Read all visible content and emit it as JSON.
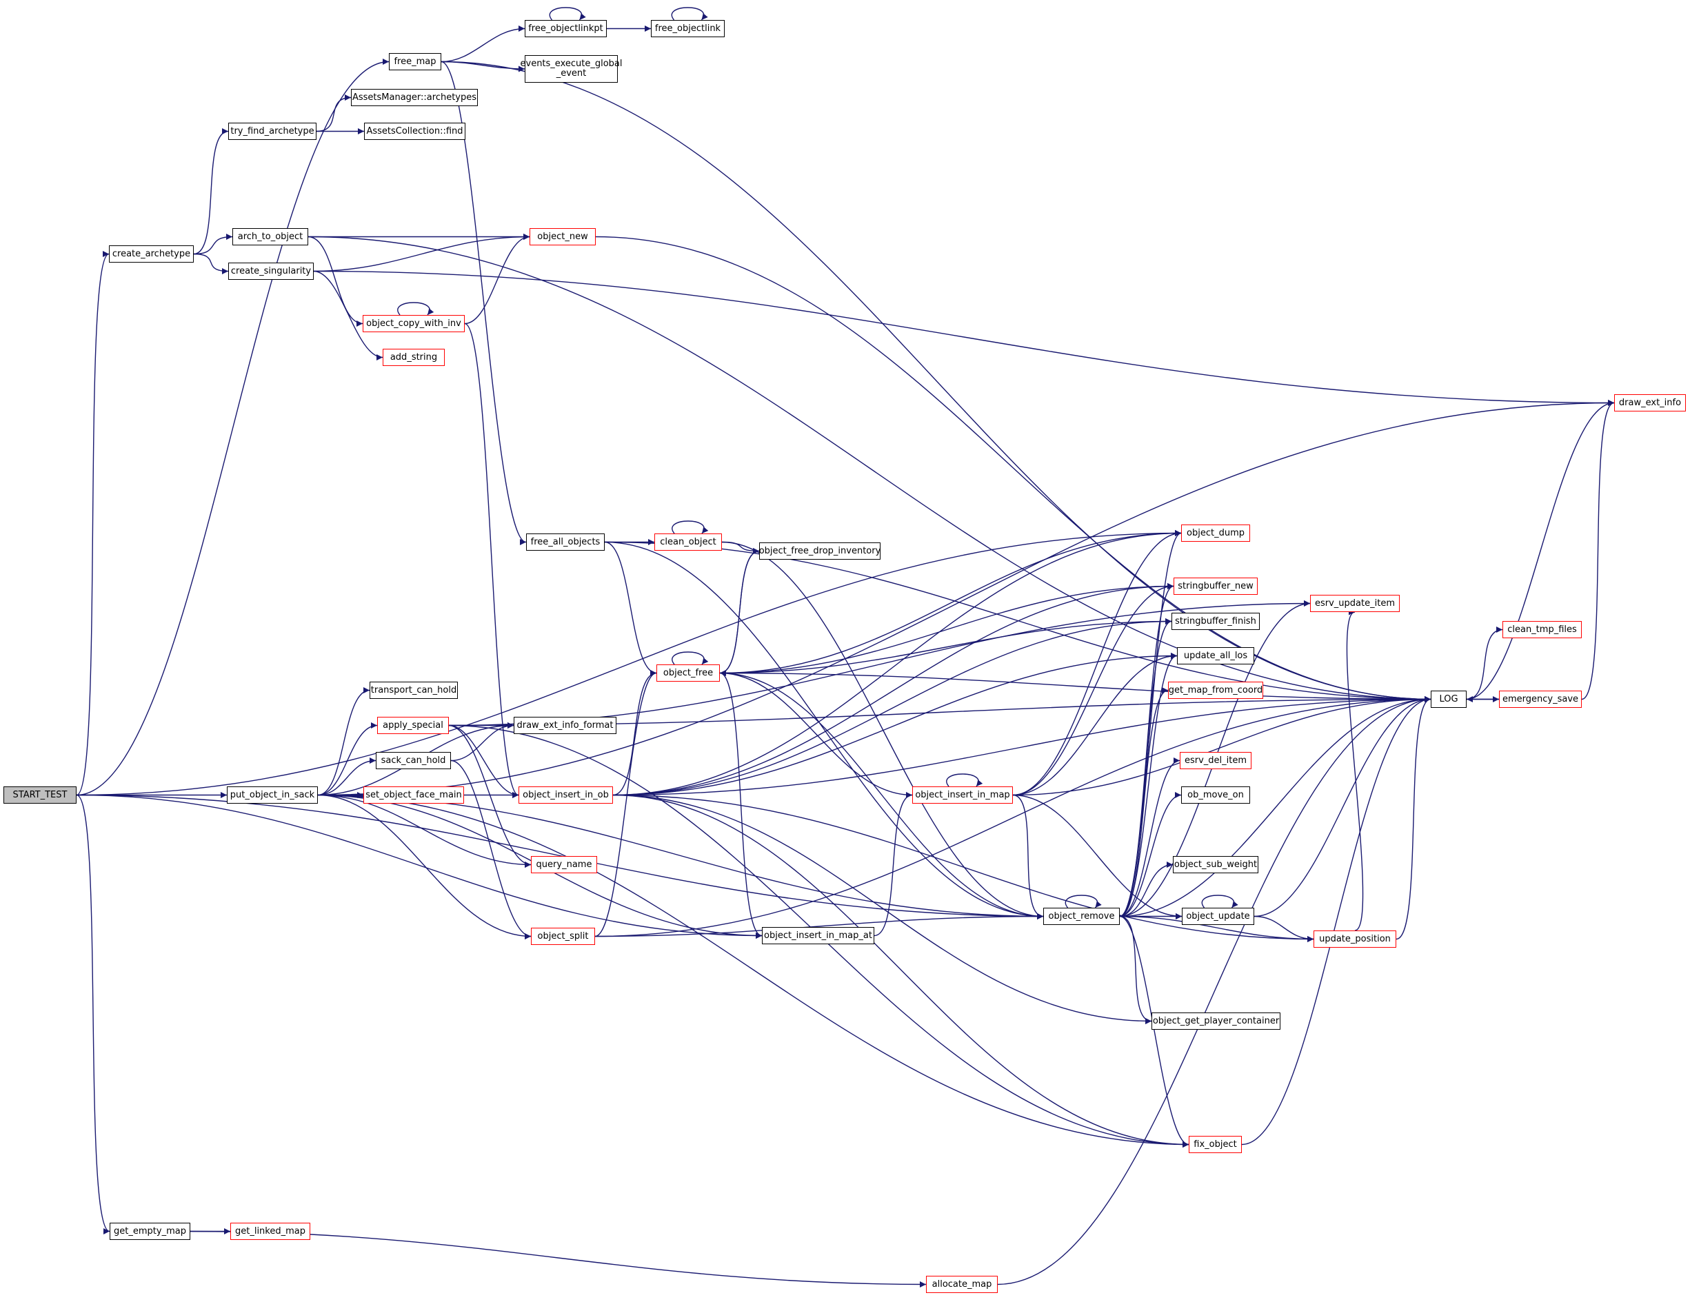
{
  "graph": {
    "edge_color": "#191970",
    "truncated_border_color": "#ff0000",
    "normal_border_color": "#000000",
    "root_fill": "#bfbfbf",
    "nodes": [
      {
        "id": "start_test",
        "label": "START_TEST",
        "root": true
      },
      {
        "id": "free_map",
        "label": "free_map"
      },
      {
        "id": "free_objectlinkpt",
        "label": "free_objectlinkpt"
      },
      {
        "id": "free_objectlink",
        "label": "free_objectlink"
      },
      {
        "id": "events_execute_global_event",
        "label": "events_execute_global\n_event"
      },
      {
        "id": "assetsmanager_archetypes",
        "label": "AssetsManager::archetypes"
      },
      {
        "id": "try_find_archetype",
        "label": "try_find_archetype"
      },
      {
        "id": "assetscollection_find",
        "label": "AssetsCollection::find"
      },
      {
        "id": "create_archetype",
        "label": "create_archetype"
      },
      {
        "id": "arch_to_object",
        "label": "arch_to_object"
      },
      {
        "id": "create_singularity",
        "label": "create_singularity"
      },
      {
        "id": "object_new",
        "label": "object_new",
        "truncated": true
      },
      {
        "id": "object_copy_with_inv",
        "label": "object_copy_with_inv",
        "truncated": true
      },
      {
        "id": "add_string",
        "label": "add_string",
        "truncated": true
      },
      {
        "id": "draw_ext_info",
        "label": "draw_ext_info",
        "truncated": true
      },
      {
        "id": "free_all_objects",
        "label": "free_all_objects"
      },
      {
        "id": "clean_object",
        "label": "clean_object",
        "truncated": true
      },
      {
        "id": "object_free_drop_inventory",
        "label": "object_free_drop_inventory"
      },
      {
        "id": "object_dump",
        "label": "object_dump",
        "truncated": true
      },
      {
        "id": "stringbuffer_new",
        "label": "stringbuffer_new",
        "truncated": true
      },
      {
        "id": "esrv_update_item",
        "label": "esrv_update_item",
        "truncated": true
      },
      {
        "id": "stringbuffer_finish",
        "label": "stringbuffer_finish"
      },
      {
        "id": "clean_tmp_files",
        "label": "clean_tmp_files",
        "truncated": true
      },
      {
        "id": "object_free",
        "label": "object_free",
        "truncated": true
      },
      {
        "id": "update_all_los",
        "label": "update_all_los"
      },
      {
        "id": "transport_can_hold",
        "label": "transport_can_hold"
      },
      {
        "id": "get_map_from_coord",
        "label": "get_map_from_coord",
        "truncated": true
      },
      {
        "id": "log",
        "label": "LOG"
      },
      {
        "id": "emergency_save",
        "label": "emergency_save",
        "truncated": true
      },
      {
        "id": "apply_special",
        "label": "apply_special",
        "truncated": true
      },
      {
        "id": "draw_ext_info_format",
        "label": "draw_ext_info_format"
      },
      {
        "id": "sack_can_hold",
        "label": "sack_can_hold"
      },
      {
        "id": "esrv_del_item",
        "label": "esrv_del_item",
        "truncated": true
      },
      {
        "id": "object_insert_in_map",
        "label": "object_insert_in_map",
        "truncated": true
      },
      {
        "id": "put_object_in_sack",
        "label": "put_object_in_sack"
      },
      {
        "id": "set_object_face_main",
        "label": "set_object_face_main",
        "truncated": true
      },
      {
        "id": "object_insert_in_ob",
        "label": "object_insert_in_ob",
        "truncated": true
      },
      {
        "id": "ob_move_on",
        "label": "ob_move_on"
      },
      {
        "id": "query_name",
        "label": "query_name",
        "truncated": true
      },
      {
        "id": "object_sub_weight",
        "label": "object_sub_weight"
      },
      {
        "id": "object_remove",
        "label": "object_remove"
      },
      {
        "id": "object_update",
        "label": "object_update"
      },
      {
        "id": "object_insert_in_map_at",
        "label": "object_insert_in_map_at"
      },
      {
        "id": "object_split",
        "label": "object_split",
        "truncated": true
      },
      {
        "id": "update_position",
        "label": "update_position",
        "truncated": true
      },
      {
        "id": "object_get_player_container",
        "label": "object_get_player_container"
      },
      {
        "id": "fix_object",
        "label": "fix_object",
        "truncated": true
      },
      {
        "id": "get_empty_map",
        "label": "get_empty_map"
      },
      {
        "id": "get_linked_map",
        "label": "get_linked_map",
        "truncated": true
      },
      {
        "id": "allocate_map",
        "label": "allocate_map",
        "truncated": true
      }
    ],
    "edges": [
      [
        "start_test",
        "free_map"
      ],
      [
        "start_test",
        "create_archetype"
      ],
      [
        "start_test",
        "put_object_in_sack"
      ],
      [
        "start_test",
        "get_empty_map"
      ],
      [
        "start_test",
        "object_dump"
      ],
      [
        "start_test",
        "object_insert_in_map_at"
      ],
      [
        "start_test",
        "object_remove"
      ],
      [
        "free_map",
        "free_objectlinkpt"
      ],
      [
        "free_map",
        "events_execute_global_event"
      ],
      [
        "free_map",
        "free_all_objects"
      ],
      [
        "free_map",
        "log"
      ],
      [
        "free_objectlinkpt",
        "free_objectlinkpt"
      ],
      [
        "free_objectlinkpt",
        "free_objectlink"
      ],
      [
        "free_objectlink",
        "free_objectlink"
      ],
      [
        "try_find_archetype",
        "assetsmanager_archetypes"
      ],
      [
        "try_find_archetype",
        "assetscollection_find"
      ],
      [
        "create_archetype",
        "try_find_archetype"
      ],
      [
        "create_archetype",
        "arch_to_object"
      ],
      [
        "create_archetype",
        "create_singularity"
      ],
      [
        "arch_to_object",
        "object_new"
      ],
      [
        "arch_to_object",
        "object_copy_with_inv"
      ],
      [
        "arch_to_object",
        "log"
      ],
      [
        "create_singularity",
        "object_new"
      ],
      [
        "create_singularity",
        "add_string"
      ],
      [
        "create_singularity",
        "draw_ext_info"
      ],
      [
        "object_copy_with_inv",
        "object_copy_with_inv"
      ],
      [
        "object_copy_with_inv",
        "object_new"
      ],
      [
        "object_copy_with_inv",
        "object_insert_in_ob"
      ],
      [
        "object_new",
        "log"
      ],
      [
        "free_all_objects",
        "clean_object"
      ],
      [
        "free_all_objects",
        "object_free"
      ],
      [
        "free_all_objects",
        "object_remove"
      ],
      [
        "free_all_objects",
        "log"
      ],
      [
        "clean_object",
        "clean_object"
      ],
      [
        "clean_object",
        "object_free_drop_inventory"
      ],
      [
        "clean_object",
        "object_remove"
      ],
      [
        "object_free",
        "object_free"
      ],
      [
        "object_free",
        "object_free_drop_inventory"
      ],
      [
        "object_free",
        "object_dump"
      ],
      [
        "object_free",
        "stringbuffer_new"
      ],
      [
        "object_free",
        "stringbuffer_finish"
      ],
      [
        "object_free",
        "object_remove"
      ],
      [
        "object_free",
        "object_insert_in_map_at"
      ],
      [
        "object_free",
        "log"
      ],
      [
        "object_free_drop_inventory",
        "object_free"
      ],
      [
        "put_object_in_sack",
        "draw_ext_info"
      ],
      [
        "put_object_in_sack",
        "transport_can_hold"
      ],
      [
        "put_object_in_sack",
        "apply_special"
      ],
      [
        "put_object_in_sack",
        "sack_can_hold"
      ],
      [
        "put_object_in_sack",
        "set_object_face_main"
      ],
      [
        "put_object_in_sack",
        "object_insert_in_ob"
      ],
      [
        "put_object_in_sack",
        "query_name"
      ],
      [
        "put_object_in_sack",
        "object_split"
      ],
      [
        "put_object_in_sack",
        "object_insert_in_map_at"
      ],
      [
        "put_object_in_sack",
        "object_remove"
      ],
      [
        "put_object_in_sack",
        "draw_ext_info_format"
      ],
      [
        "put_object_in_sack",
        "fix_object"
      ],
      [
        "apply_special",
        "draw_ext_info_format"
      ],
      [
        "apply_special",
        "query_name"
      ],
      [
        "apply_special",
        "object_insert_in_ob"
      ],
      [
        "apply_special",
        "esrv_update_item"
      ],
      [
        "apply_special",
        "log"
      ],
      [
        "apply_special",
        "fix_object"
      ],
      [
        "sack_can_hold",
        "draw_ext_info_format"
      ],
      [
        "sack_can_hold",
        "object_split"
      ],
      [
        "object_insert_in_ob",
        "object_free"
      ],
      [
        "object_insert_in_ob",
        "object_dump"
      ],
      [
        "object_insert_in_ob",
        "stringbuffer_new"
      ],
      [
        "object_insert_in_ob",
        "stringbuffer_finish"
      ],
      [
        "object_insert_in_ob",
        "update_all_los"
      ],
      [
        "object_insert_in_ob",
        "object_get_player_container"
      ],
      [
        "object_insert_in_ob",
        "update_position"
      ],
      [
        "object_insert_in_ob",
        "fix_object"
      ],
      [
        "object_insert_in_ob",
        "log"
      ],
      [
        "object_split",
        "object_free"
      ],
      [
        "object_split",
        "object_remove"
      ],
      [
        "object_split",
        "log"
      ],
      [
        "object_insert_in_map_at",
        "object_insert_in_map"
      ],
      [
        "object_insert_in_map",
        "object_insert_in_map"
      ],
      [
        "object_insert_in_map",
        "object_free"
      ],
      [
        "object_insert_in_map",
        "object_dump"
      ],
      [
        "object_insert_in_map",
        "stringbuffer_new"
      ],
      [
        "object_insert_in_map",
        "update_all_los"
      ],
      [
        "object_insert_in_map",
        "object_remove"
      ],
      [
        "object_insert_in_map",
        "object_update"
      ],
      [
        "object_insert_in_map",
        "log"
      ],
      [
        "object_remove",
        "object_remove"
      ],
      [
        "object_remove",
        "object_dump"
      ],
      [
        "object_remove",
        "stringbuffer_new"
      ],
      [
        "object_remove",
        "stringbuffer_finish"
      ],
      [
        "object_remove",
        "update_all_los"
      ],
      [
        "object_remove",
        "get_map_from_coord"
      ],
      [
        "object_remove",
        "esrv_del_item"
      ],
      [
        "object_remove",
        "ob_move_on"
      ],
      [
        "object_remove",
        "object_sub_weight"
      ],
      [
        "object_remove",
        "object_update"
      ],
      [
        "object_remove",
        "update_position"
      ],
      [
        "object_remove",
        "object_get_player_container"
      ],
      [
        "object_remove",
        "fix_object"
      ],
      [
        "object_remove",
        "esrv_update_item"
      ],
      [
        "object_remove",
        "log"
      ],
      [
        "object_update",
        "object_update"
      ],
      [
        "object_update",
        "update_position"
      ],
      [
        "object_update",
        "log"
      ],
      [
        "update_position",
        "esrv_update_item"
      ],
      [
        "update_position",
        "log"
      ],
      [
        "fix_object",
        "log"
      ],
      [
        "log",
        "clean_tmp_files"
      ],
      [
        "log",
        "emergency_save"
      ],
      [
        "log",
        "draw_ext_info"
      ],
      [
        "emergency_save",
        "log"
      ],
      [
        "emergency_save",
        "draw_ext_info"
      ],
      [
        "get_empty_map",
        "get_linked_map"
      ],
      [
        "get_empty_map",
        "allocate_map"
      ],
      [
        "allocate_map",
        "log"
      ]
    ]
  }
}
